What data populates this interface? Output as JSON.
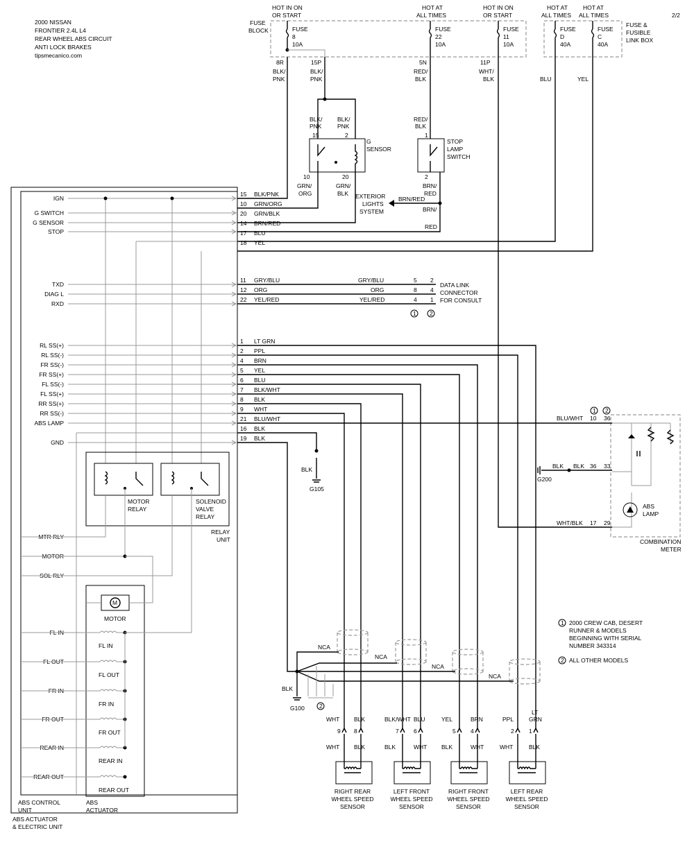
{
  "header": {
    "lines": [
      "2000 NISSAN",
      "FRONTIER 2.4L L4",
      "REAR WHEEL ABS CIRCUIT",
      "ANTI LOCK BRAKES",
      "tipsmecanico.com"
    ],
    "page": "2/2"
  },
  "power": {
    "hot_on_start": "HOT IN ON",
    "or_start": "OR START",
    "hot_at": "HOT AT",
    "all_times": "ALL TIMES",
    "fuse_block": [
      "FUSE",
      "BLOCK"
    ],
    "fusible_link_box": [
      "FUSE &",
      "FUSIBLE",
      "LINK BOX"
    ],
    "fuses": [
      {
        "name": "FUSE",
        "num": "8",
        "amp": "10A",
        "pin": "8R"
      },
      {
        "name": "FUSE",
        "num": "22",
        "amp": "10A",
        "pin": "5N"
      },
      {
        "name": "FUSE",
        "num": "11",
        "amp": "10A",
        "pin": "11P"
      },
      {
        "name": "FUSE",
        "num": "D",
        "amp": "40A"
      },
      {
        "name": "FUSE",
        "num": "C",
        "amp": "40A"
      }
    ],
    "pin_15p": "15P"
  },
  "g_sensor": {
    "label": [
      "G",
      "SENSOR"
    ],
    "pins": [
      "15",
      "2",
      "10",
      "20"
    ]
  },
  "stop_lamp_switch": {
    "label": [
      "STOP",
      "LAMP",
      "SWITCH"
    ],
    "pins": [
      "1",
      "2"
    ]
  },
  "exterior_lights": [
    "EXTERIOR",
    "LIGHTS",
    "SYSTEM"
  ],
  "wire_colors": {
    "blk": "BLK/",
    "pnk": "PNK",
    "red": "RED/",
    "blk2": "BLK",
    "wht": "WHT/",
    "grn": "GRN/",
    "org": "ORG",
    "brn": "BRN/",
    "red2": "RED",
    "brnred": "BRN/RED",
    "brn_slash": "BRN/",
    "red3": "RED",
    "blu": "BLU",
    "yel": "YEL"
  },
  "control_unit": {
    "inputs": [
      "IGN",
      "G SWITCH",
      "G SENSOR",
      "STOP",
      "TXD",
      "DIAG L",
      "RXD",
      "RL SS(+)",
      "RL SS(-)",
      "FR SS(-)",
      "FR SS(+)",
      "FL SS(-)",
      "FL SS(+)",
      "RR SS(+)",
      "RR SS(-)",
      "ABS LAMP",
      "GND",
      "MTR RLY",
      "MOTOR",
      "SOL RLY",
      "FL IN",
      "FL OUT",
      "FR IN",
      "FR OUT",
      "REAR IN",
      "REAR OUT"
    ],
    "label": [
      "ABS CONTROL",
      "UNIT"
    ],
    "unit_label": [
      "ABS ACTUATOR",
      "& ELECTRIC UNIT"
    ]
  },
  "connector_pins": [
    {
      "pin": "15",
      "color": "BLK/PNK"
    },
    {
      "pin": "10",
      "color": "GRN/ORG"
    },
    {
      "pin": "20",
      "color": "GRN/BLK"
    },
    {
      "pin": "14",
      "color": "BRN/RED"
    },
    {
      "pin": "17",
      "color": "BLU"
    },
    {
      "pin": "18",
      "color": "YEL"
    },
    {
      "pin": "11",
      "color": "GRY/BLU"
    },
    {
      "pin": "12",
      "color": "ORG"
    },
    {
      "pin": "22",
      "color": "YEL/RED"
    },
    {
      "pin": "1",
      "color": "LT GRN"
    },
    {
      "pin": "2",
      "color": "PPL"
    },
    {
      "pin": "4",
      "color": "BRN"
    },
    {
      "pin": "5",
      "color": "YEL"
    },
    {
      "pin": "6",
      "color": "BLU"
    },
    {
      "pin": "7",
      "color": "BLK/WHT"
    },
    {
      "pin": "8",
      "color": "BLK"
    },
    {
      "pin": "9",
      "color": "WHT"
    },
    {
      "pin": "21",
      "color": "BLU/WHT"
    },
    {
      "pin": "16",
      "color": "BLK"
    },
    {
      "pin": "19",
      "color": "BLK"
    }
  ],
  "data_link": {
    "label": [
      "DATA LINK",
      "CONNECTOR",
      "FOR CONSULT"
    ],
    "rows": [
      {
        "color": "GRY/BLU",
        "p1": "5",
        "p2": "2"
      },
      {
        "color": "ORG",
        "p1": "8",
        "p2": "4"
      },
      {
        "color": "YEL/RED",
        "p1": "4",
        "p2": "1"
      }
    ],
    "circled": [
      "1",
      "2"
    ]
  },
  "relays": {
    "motor": [
      "MOTOR",
      "RELAY"
    ],
    "solenoid": [
      "SOLENOID",
      "VALVE",
      "RELAY"
    ],
    "unit": [
      "RELAY",
      "UNIT"
    ]
  },
  "actuator": {
    "motor": "MOTOR",
    "motor_symbol": "M",
    "coils": [
      "FL IN",
      "FL OUT",
      "FR IN",
      "FR OUT",
      "REAR IN",
      "REAR OUT"
    ],
    "label": [
      "ABS",
      "ACTUATOR"
    ]
  },
  "grounds": {
    "g105": "G105",
    "g100": "G100",
    "g200": "G200",
    "blk": "BLK"
  },
  "combination_meter": {
    "label": [
      "COMBINATION",
      "METER"
    ],
    "abs_lamp": [
      "ABS",
      "LAMP"
    ],
    "rows": [
      {
        "color": "BLU/WHT",
        "p1": "10",
        "p2": "36"
      },
      {
        "color": "BLK",
        "p1": "36",
        "p2": "33"
      },
      {
        "color": "WHT/BLK",
        "p1": "17",
        "p2": "29"
      }
    ],
    "circled": [
      "1",
      "2"
    ]
  },
  "notes": {
    "note1": [
      "2000 CREW CAB, DESERT",
      "RUNNER & MODELS",
      "BEGINNING WITH SERIAL",
      "NUMBER 343314"
    ],
    "note2": "ALL OTHER MODELS",
    "nca": "NCA"
  },
  "sensors": [
    {
      "name": [
        "RIGHT REAR",
        "WHEEL SPEED",
        "SENSOR"
      ],
      "pins": [
        "9",
        "8"
      ],
      "top": [
        "WHT",
        "BLK"
      ],
      "bottom": [
        "WHT",
        "BLK"
      ]
    },
    {
      "name": [
        "LEFT FRONT",
        "WHEEL SPEED",
        "SENSOR"
      ],
      "pins": [
        "7",
        "6"
      ],
      "top": [
        "BLK/WHT",
        "BLU"
      ],
      "bottom": [
        "BLK",
        "WHT"
      ]
    },
    {
      "name": [
        "RIGHT FRONT",
        "WHEEL SPEED",
        "SENSOR"
      ],
      "pins": [
        "5",
        "4"
      ],
      "top": [
        "YEL",
        "BRN"
      ],
      "bottom": [
        "BLK",
        "WHT"
      ]
    },
    {
      "name": [
        "LEFT REAR",
        "WHEEL SPEED",
        "SENSOR"
      ],
      "pins": [
        "2",
        "1"
      ],
      "top": [
        "PPL",
        "LT",
        "GRN"
      ],
      "bottom": [
        "WHT",
        "BLK"
      ]
    }
  ],
  "colors": {
    "wire": "#000000",
    "internal": "#999999"
  }
}
